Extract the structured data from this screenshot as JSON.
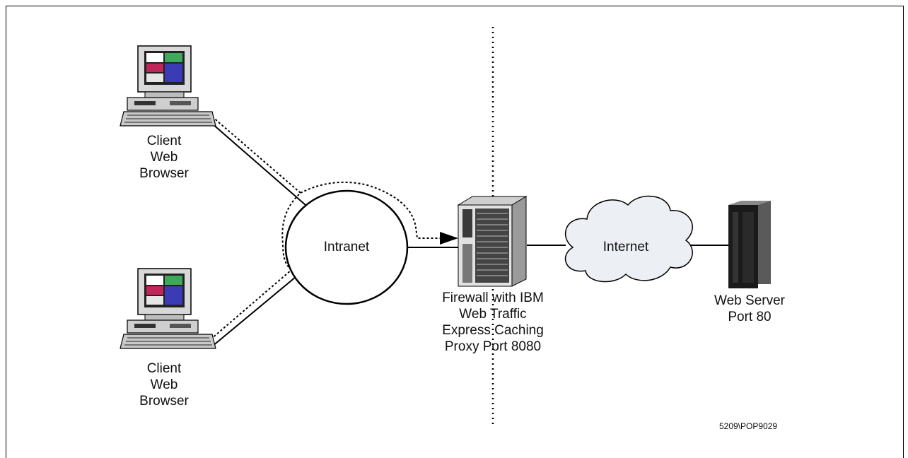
{
  "clients": [
    {
      "label": "Client\nWeb\nBrowser"
    },
    {
      "label": "Client\nWeb\nBrowser"
    }
  ],
  "intranet": {
    "label": "Intranet"
  },
  "firewall": {
    "label": "Firewall with IBM\nWeb Traffic\nExpress Caching\nProxy Port 8080"
  },
  "internet": {
    "label": "Internet"
  },
  "server": {
    "label": "Web Server\nPort 80"
  },
  "figure_code": "5209\\POP9029"
}
